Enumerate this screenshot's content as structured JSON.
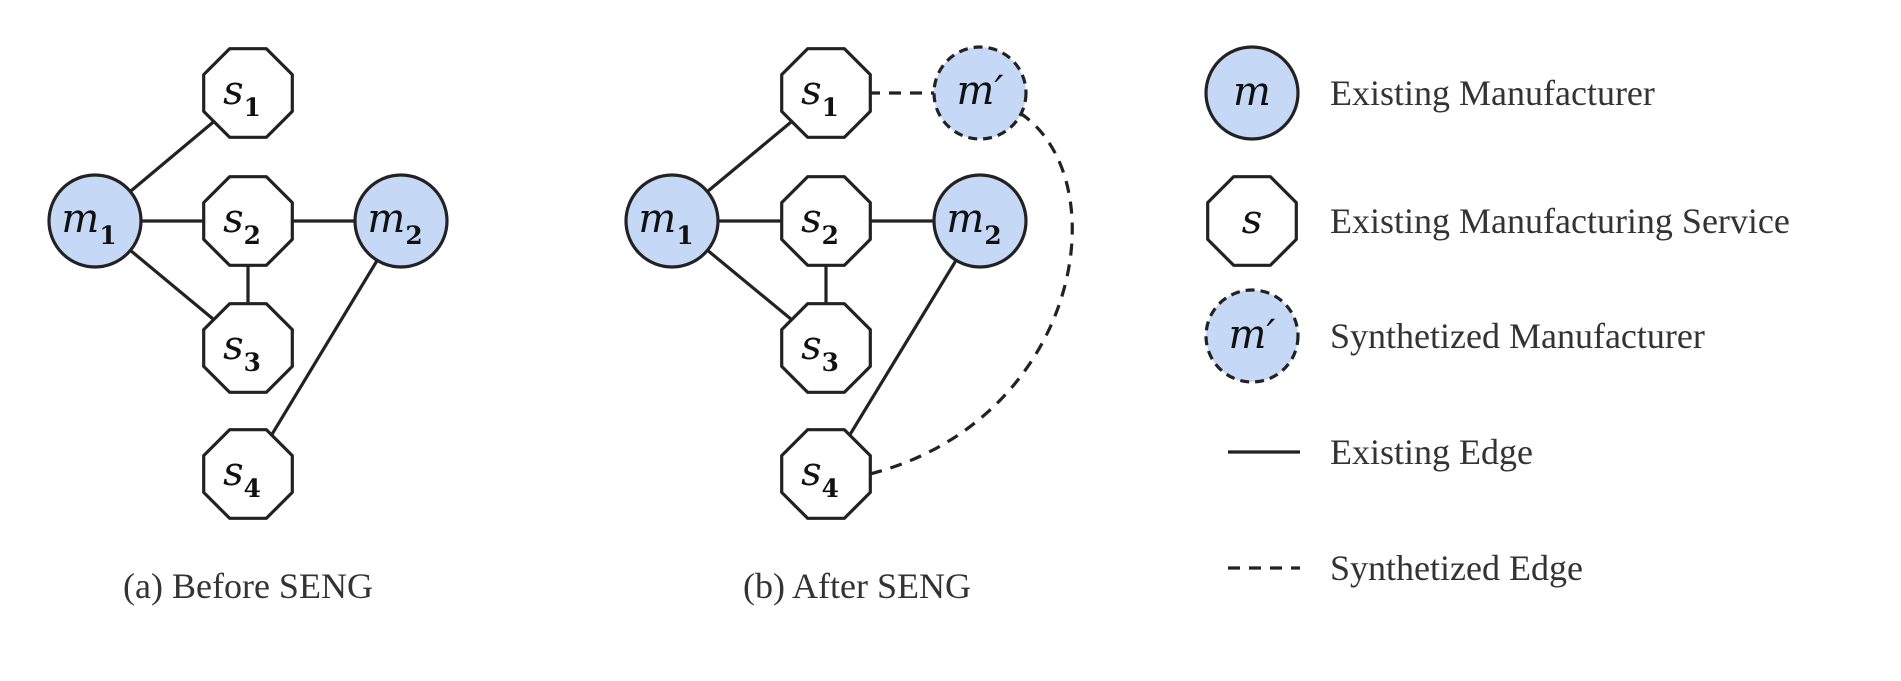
{
  "colors": {
    "manufacturer_fill": "#c5d9f7",
    "service_fill": "#ffffff",
    "stroke": "#222222",
    "text": "#333333"
  },
  "panels": [
    {
      "caption": "(a) Before SENG",
      "nodes": [
        {
          "id": "s1",
          "kind": "service",
          "var": "s",
          "sub": "1"
        },
        {
          "id": "m1",
          "kind": "manufacturer",
          "var": "m",
          "sub": "1"
        },
        {
          "id": "s2",
          "kind": "service",
          "var": "s",
          "sub": "2"
        },
        {
          "id": "m2",
          "kind": "manufacturer",
          "var": "m",
          "sub": "2"
        },
        {
          "id": "s3",
          "kind": "service",
          "var": "s",
          "sub": "3"
        },
        {
          "id": "s4",
          "kind": "service",
          "var": "s",
          "sub": "4"
        }
      ],
      "edges": [
        {
          "from": "m1",
          "to": "s1",
          "style": "solid"
        },
        {
          "from": "m1",
          "to": "s2",
          "style": "solid"
        },
        {
          "from": "m1",
          "to": "s3",
          "style": "solid"
        },
        {
          "from": "s2",
          "to": "m2",
          "style": "solid"
        },
        {
          "from": "s2",
          "to": "s3",
          "style": "solid"
        },
        {
          "from": "m2",
          "to": "s4",
          "style": "solid"
        }
      ]
    },
    {
      "caption": "(b) After SENG",
      "nodes": [
        {
          "id": "s1",
          "kind": "service",
          "var": "s",
          "sub": "1"
        },
        {
          "id": "mp",
          "kind": "synthetized",
          "var": "m′",
          "sub": ""
        },
        {
          "id": "m1",
          "kind": "manufacturer",
          "var": "m",
          "sub": "1"
        },
        {
          "id": "s2",
          "kind": "service",
          "var": "s",
          "sub": "2"
        },
        {
          "id": "m2",
          "kind": "manufacturer",
          "var": "m",
          "sub": "2"
        },
        {
          "id": "s3",
          "kind": "service",
          "var": "s",
          "sub": "3"
        },
        {
          "id": "s4",
          "kind": "service",
          "var": "s",
          "sub": "4"
        }
      ],
      "edges": [
        {
          "from": "m1",
          "to": "s1",
          "style": "solid"
        },
        {
          "from": "m1",
          "to": "s2",
          "style": "solid"
        },
        {
          "from": "m1",
          "to": "s3",
          "style": "solid"
        },
        {
          "from": "s2",
          "to": "m2",
          "style": "solid"
        },
        {
          "from": "s2",
          "to": "s3",
          "style": "solid"
        },
        {
          "from": "m2",
          "to": "s4",
          "style": "solid"
        },
        {
          "from": "s1",
          "to": "mp",
          "style": "dashed"
        },
        {
          "from": "mp",
          "to": "s4",
          "style": "dashed"
        }
      ]
    }
  ],
  "legend": [
    {
      "kind": "manufacturer",
      "symbol": "m",
      "label": "Existing Manufacturer"
    },
    {
      "kind": "service",
      "symbol": "s",
      "label": "Existing Manufacturing Service"
    },
    {
      "kind": "synthetized",
      "symbol": "m′",
      "label": "Synthetized Manufacturer"
    },
    {
      "kind": "solid-edge",
      "symbol": "",
      "label": "Existing Edge"
    },
    {
      "kind": "dashed-edge",
      "symbol": "",
      "label": "Synthetized Edge"
    }
  ]
}
